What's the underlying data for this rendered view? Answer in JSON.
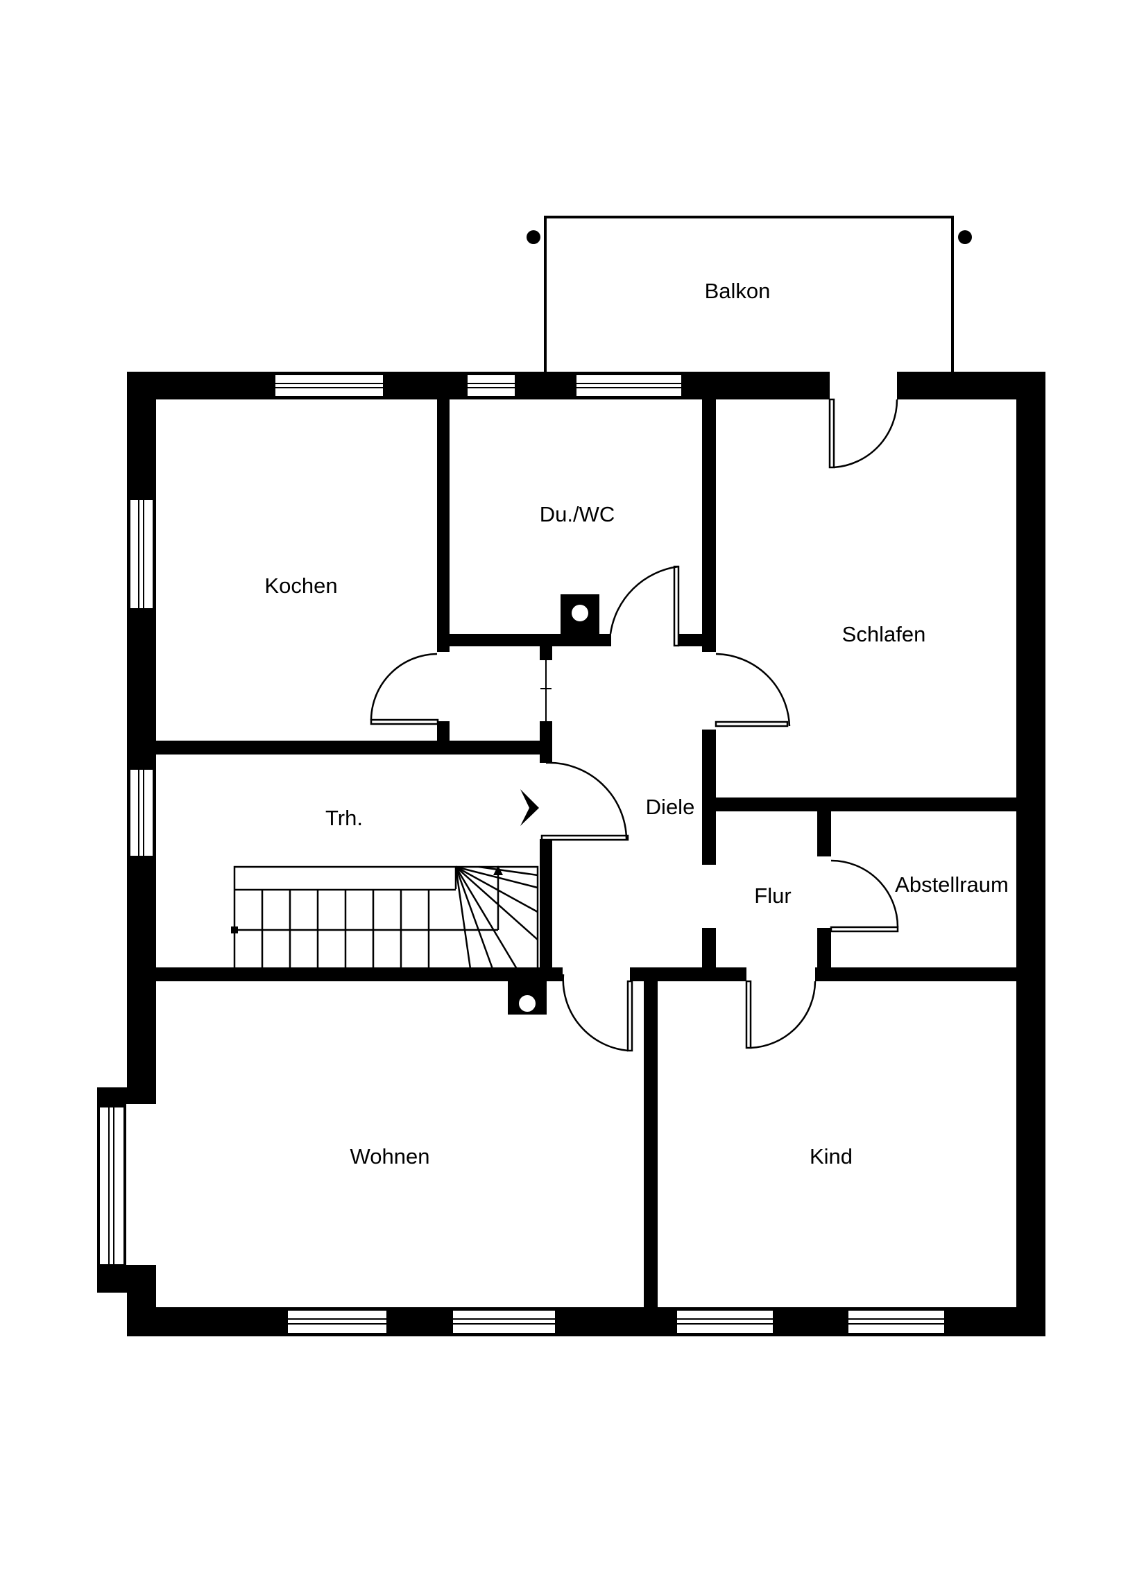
{
  "colors": {
    "wall": "#000000",
    "background": "#ffffff",
    "line": "#000000"
  },
  "rooms": {
    "balkon": "Balkon",
    "kochen": "Kochen",
    "du_wc": "Du./WC",
    "schlafen": "Schlafen",
    "trh": "Trh.",
    "diele": "Diele",
    "flur": "Flur",
    "abstellraum": "Abstellraum",
    "wohnen": "Wohnen",
    "kind": "Kind"
  }
}
